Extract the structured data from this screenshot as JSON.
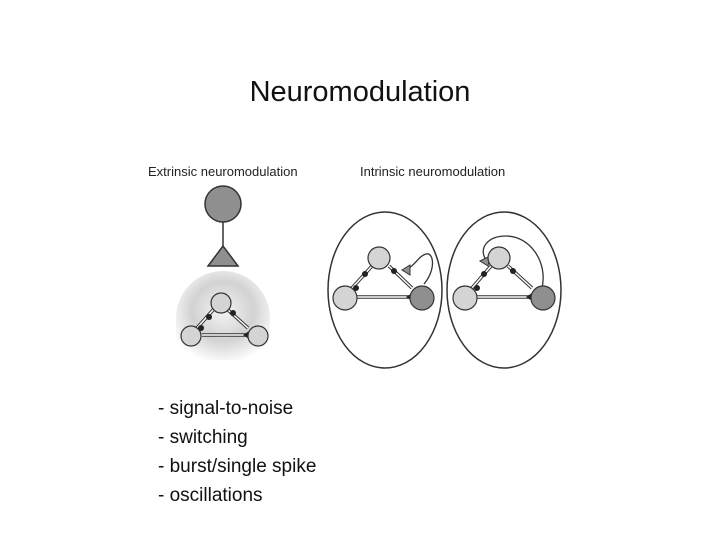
{
  "slide": {
    "title": "Neuromodulation"
  },
  "diagram": {
    "extrinsic_label": "Extrinsic neuromodulation",
    "intrinsic_label": "Intrinsic neuromodulation",
    "colors": {
      "neuron_light": "#d4d4d4",
      "neuron_dark": "#8f8f8f",
      "outline": "#333333",
      "halo": "#bdbdbd"
    }
  },
  "bullets": [
    "- signal-to-noise",
    "- switching",
    "- burst/single spike",
    "- oscillations"
  ]
}
